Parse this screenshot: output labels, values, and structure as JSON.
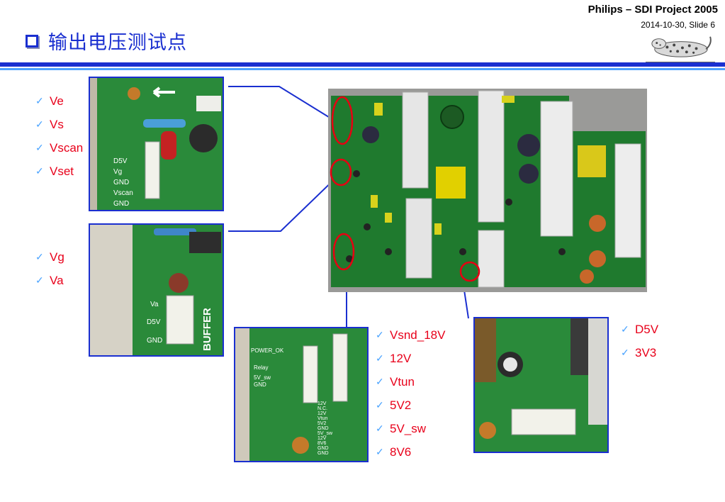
{
  "header": {
    "company": "Philips – SDI  Project 2005",
    "date_slide": "2014-10-30, Slide 6"
  },
  "title": "输出电压测试点",
  "groups": {
    "top_left": [
      "Ve",
      "Vs",
      "Vscan",
      "Vset"
    ],
    "mid_left": [
      "Vg",
      "Va"
    ],
    "bottom_center": [
      "Vsnd_18V",
      "12V",
      "Vtun",
      "5V2",
      "5V_sw",
      "8V6"
    ],
    "bottom_right": [
      "D5V",
      "3V3"
    ]
  },
  "photos": {
    "p1": {
      "labels": [
        "D5V",
        "Vg",
        "GND",
        "Vscan",
        "GND"
      ]
    },
    "p2": {
      "labels": [
        "Va",
        "D5V",
        "GND",
        "BUFFER"
      ]
    },
    "p3": {
      "labels": [
        "POWER_OK",
        "Relay",
        "5V_sw",
        "GND",
        "12V",
        "N.C.",
        "12V",
        "Vtun",
        "5V2",
        "GND",
        "5V_sw",
        "12V",
        "8V6",
        "GND",
        "GND"
      ]
    }
  },
  "colors": {
    "title_blue": "#1a2fd0",
    "rule_light": "#4da0ff",
    "label_red": "#e8001a",
    "check_blue": "#4aa3ff",
    "pcb_green": "#1f7a2e"
  }
}
